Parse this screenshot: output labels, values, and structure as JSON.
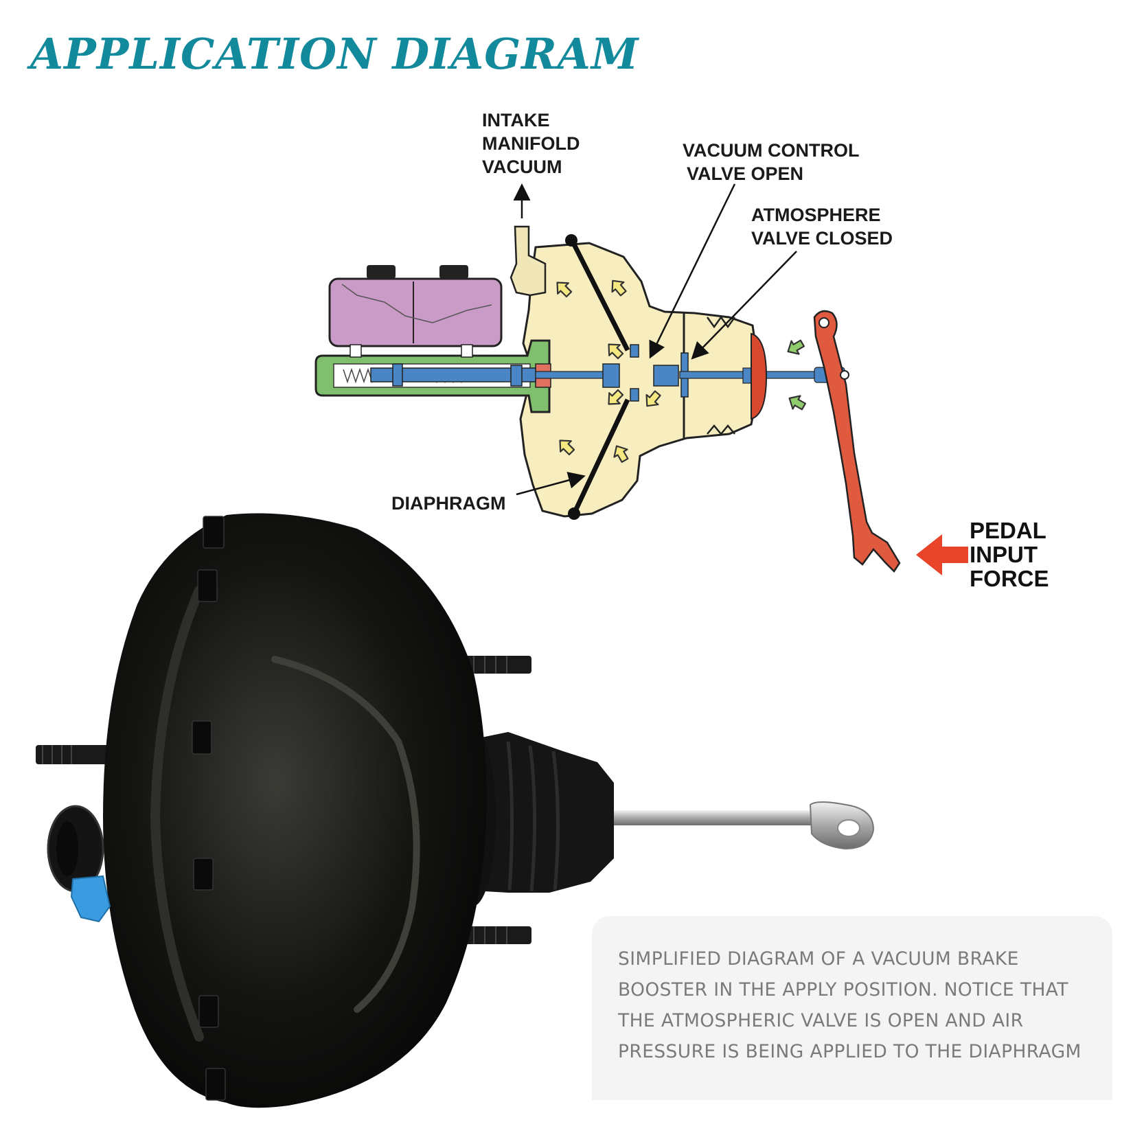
{
  "page": {
    "title": "APPLICATION DIAGRAM",
    "title_color": "#138a9c"
  },
  "diagram": {
    "labels": {
      "intake": [
        "INTAKE",
        "MANIFOLD",
        "VACUUM"
      ],
      "vacuum_valve": [
        "VACUUM CONTROL",
        "VALVE OPEN"
      ],
      "atmosphere_valve": [
        "ATMOSPHERE",
        "VALVE CLOSED"
      ],
      "diaphragm": "DIAPHRAGM",
      "pedal_force": [
        "PEDAL",
        "INPUT",
        "FORCE"
      ]
    },
    "colors": {
      "booster_body": "#f7edbf",
      "reservoir": "#c99bc6",
      "master_cylinder": "#7fbf6d",
      "push_rod": "#4a86c4",
      "pedal": "#e05a40",
      "arrow_yellow": "#f5e880",
      "arrow_green": "#8fcc6b",
      "force_arrow": "#e8442a"
    }
  },
  "product": {
    "name": "vacuum brake booster",
    "color": "#0c0c0c",
    "fitting_color": "#3a9be0"
  },
  "caption": {
    "lines": [
      "SIMPLIFIED DIAGRAM OF A VACUUM BRAKE",
      "BOOSTER IN THE APPLY POSITION. NOTICE THAT",
      "THE ATMOSPHERIC VALVE IS OPEN AND AIR",
      "PRESSURE IS BEING APPLIED TO THE DIAPHRAGM"
    ]
  }
}
